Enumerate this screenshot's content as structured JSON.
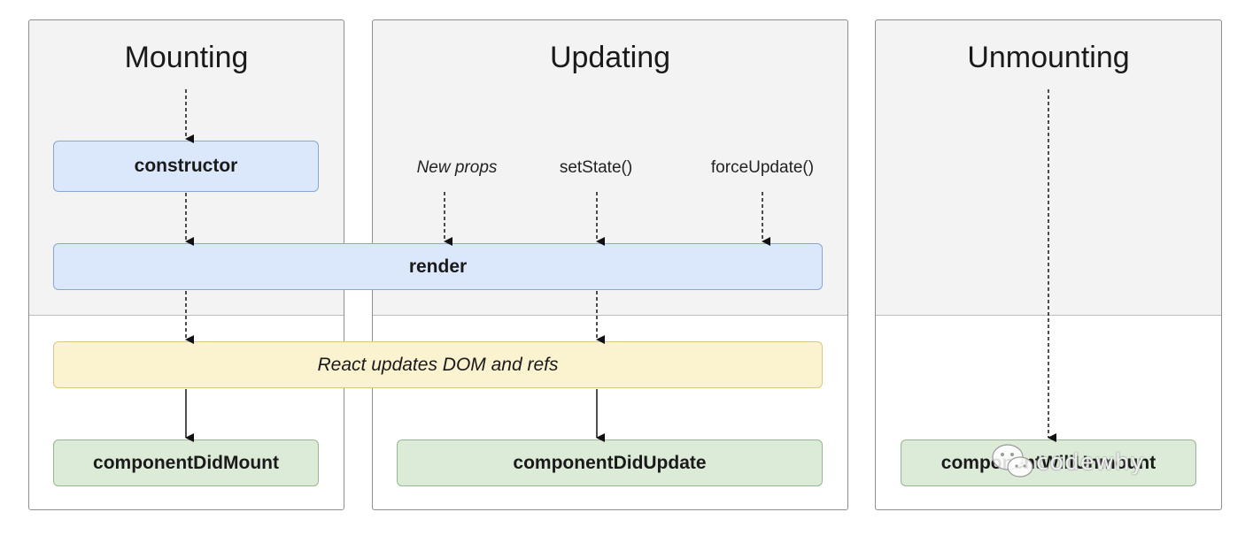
{
  "phases": {
    "mounting": "Mounting",
    "updating": "Updating",
    "unmounting": "Unmounting"
  },
  "triggers": {
    "new_props": "New props",
    "set_state": "setState()",
    "force_update": "forceUpdate()"
  },
  "methods": {
    "constructor": "constructor",
    "render": "render",
    "dom_update": "React updates DOM and refs",
    "did_mount": "componentDidMount",
    "did_update": "componentDidUpdate",
    "will_unmount": "componentWillUnmount"
  },
  "watermark": "codewhy",
  "colors": {
    "render_phase_box": "#dbe8fb",
    "commit_phase_box": "#dcebd8",
    "dom_update_box": "#fbf2cf",
    "panel_top": "#f3f3f3"
  }
}
